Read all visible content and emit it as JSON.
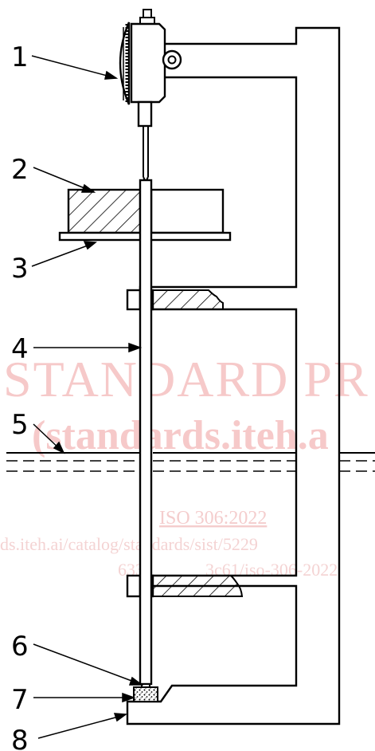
{
  "figure": {
    "callouts": [
      "1",
      "2",
      "3",
      "4",
      "5",
      "6",
      "7",
      "8"
    ]
  },
  "watermark": {
    "line1": "STANDARD PR",
    "line2": "(standards.iteh.a",
    "line3": "ISO 306:2022",
    "line4": "ds.iteh.ai/catalog/standards/sist/5229",
    "line5": "633",
    "line6": "3c61/iso-306-2022"
  },
  "colors": {
    "ink": "#000000",
    "watermark": "#f6c9c9",
    "specimen": "#c8c8c8"
  }
}
